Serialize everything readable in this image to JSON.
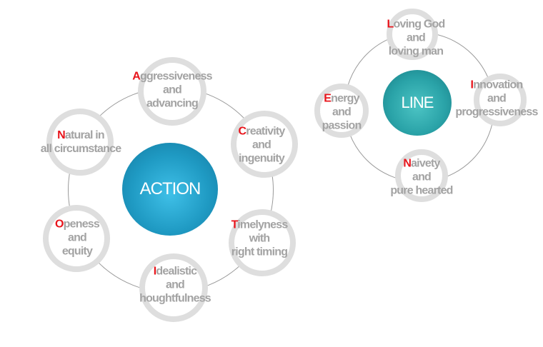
{
  "action": {
    "title": "ACTION",
    "nodes": [
      {
        "initial": "A",
        "rest": "ggressiveness",
        "lines": [
          "and",
          "advancing"
        ]
      },
      {
        "initial": "C",
        "rest": "reativity",
        "lines": [
          "and",
          "ingenuity"
        ]
      },
      {
        "initial": "T",
        "rest": "imelyness",
        "lines": [
          "with",
          "right timing"
        ]
      },
      {
        "initial": "I",
        "rest": "dealistic",
        "lines": [
          "and",
          "houghtfulness"
        ]
      },
      {
        "initial": "O",
        "rest": "peness",
        "lines": [
          "and",
          "equity"
        ]
      },
      {
        "initial": "N",
        "rest": "atural in",
        "lines": [
          "all circumstance"
        ]
      }
    ]
  },
  "line": {
    "title": "LINE",
    "nodes": [
      {
        "initial": "L",
        "rest": "oving God",
        "lines": [
          "and",
          "loving man"
        ]
      },
      {
        "initial": "I",
        "rest": "nnovation",
        "lines": [
          "and",
          "progressiveness"
        ]
      },
      {
        "initial": "N",
        "rest": "aivety",
        "lines": [
          "and",
          "pure hearted"
        ]
      },
      {
        "initial": "E",
        "rest": "nergy",
        "lines": [
          "and",
          "passion"
        ]
      }
    ]
  },
  "colors": {
    "action_hub": "#1f9ac3",
    "line_hub": "#2aa3a8",
    "initial": "#e8141b",
    "text": "#a3a3a3",
    "ring": "#dedede"
  }
}
